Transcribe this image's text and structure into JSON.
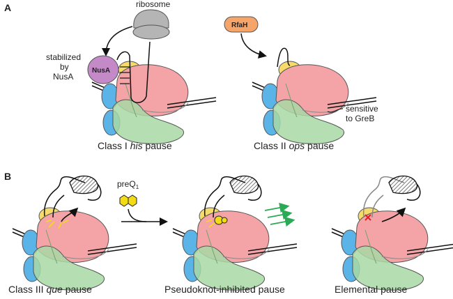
{
  "panels": {
    "a": "A",
    "b": "B"
  },
  "labels": {
    "ribosome": "ribosome",
    "stabilized": [
      "stabilized",
      "by",
      "NusA"
    ],
    "nusa": "NusA",
    "rfah": "RfaH",
    "sensitive": [
      "sensitive",
      "to GreB"
    ],
    "preq1": "preQ",
    "preq1_sub": "1"
  },
  "captions": {
    "class1_pre": "Class I ",
    "class1_em": "his",
    "class1_post": " pause",
    "class2_pre": "Class II ",
    "class2_em": "ops",
    "class2_post": " pause",
    "class3_pre": "Class III ",
    "class3_em": "que",
    "class3_post": " pause",
    "pseudoknot": "Pseudoknot-inhibited pause",
    "elemental": "Elemental pause"
  },
  "colors": {
    "pink": "#f4a3a6",
    "green": "#a8d9a4",
    "blue": "#5bb4e8",
    "yellow": "#f6da6a",
    "nusa": "#c48ac8",
    "rfah": "#f5a56a",
    "ribosome": "#b5b5b5",
    "arrow_green": "#2aaa55",
    "pre_q_yellow": "#f3dc14"
  }
}
